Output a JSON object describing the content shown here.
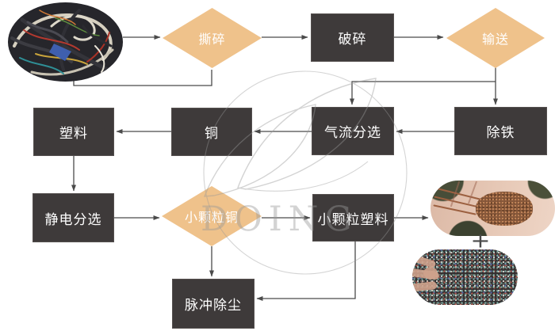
{
  "colors": {
    "background": "#ffffff",
    "process_box": "#3e3a3a",
    "decision_diamond": "#efc28b",
    "node_text": "#ffffff",
    "connector": "#4a4a4a",
    "watermark": "#999999"
  },
  "flowchart": {
    "nodes": {
      "shred": {
        "label": "撕碎",
        "shape": "diamond"
      },
      "crush": {
        "label": "破碎",
        "shape": "rect"
      },
      "convey": {
        "label": "输送",
        "shape": "diamond"
      },
      "iron_removal": {
        "label": "除铁",
        "shape": "rect"
      },
      "airflow_sorting": {
        "label": "气流分选",
        "shape": "rect"
      },
      "copper": {
        "label": "铜",
        "shape": "rect"
      },
      "plastic": {
        "label": "塑料",
        "shape": "rect"
      },
      "electrostatic_sorting": {
        "label": "静电分选",
        "shape": "rect"
      },
      "small_granule_copper": {
        "label": "小颗粒铜",
        "shape": "diamond"
      },
      "small_granule_plastic": {
        "label": "小颗粒塑料",
        "shape": "rect"
      },
      "pulse_dust_removal": {
        "label": "脉冲除尘",
        "shape": "rect"
      }
    },
    "plus_sign": "+",
    "watermark_text": "DOING"
  },
  "photos": {
    "scrap_wires": "scrap-cable-wires-photo",
    "copper_granules": "copper-granules-in-hand-photo",
    "plastic_granules": "plastic-granules-in-hand-photo"
  }
}
